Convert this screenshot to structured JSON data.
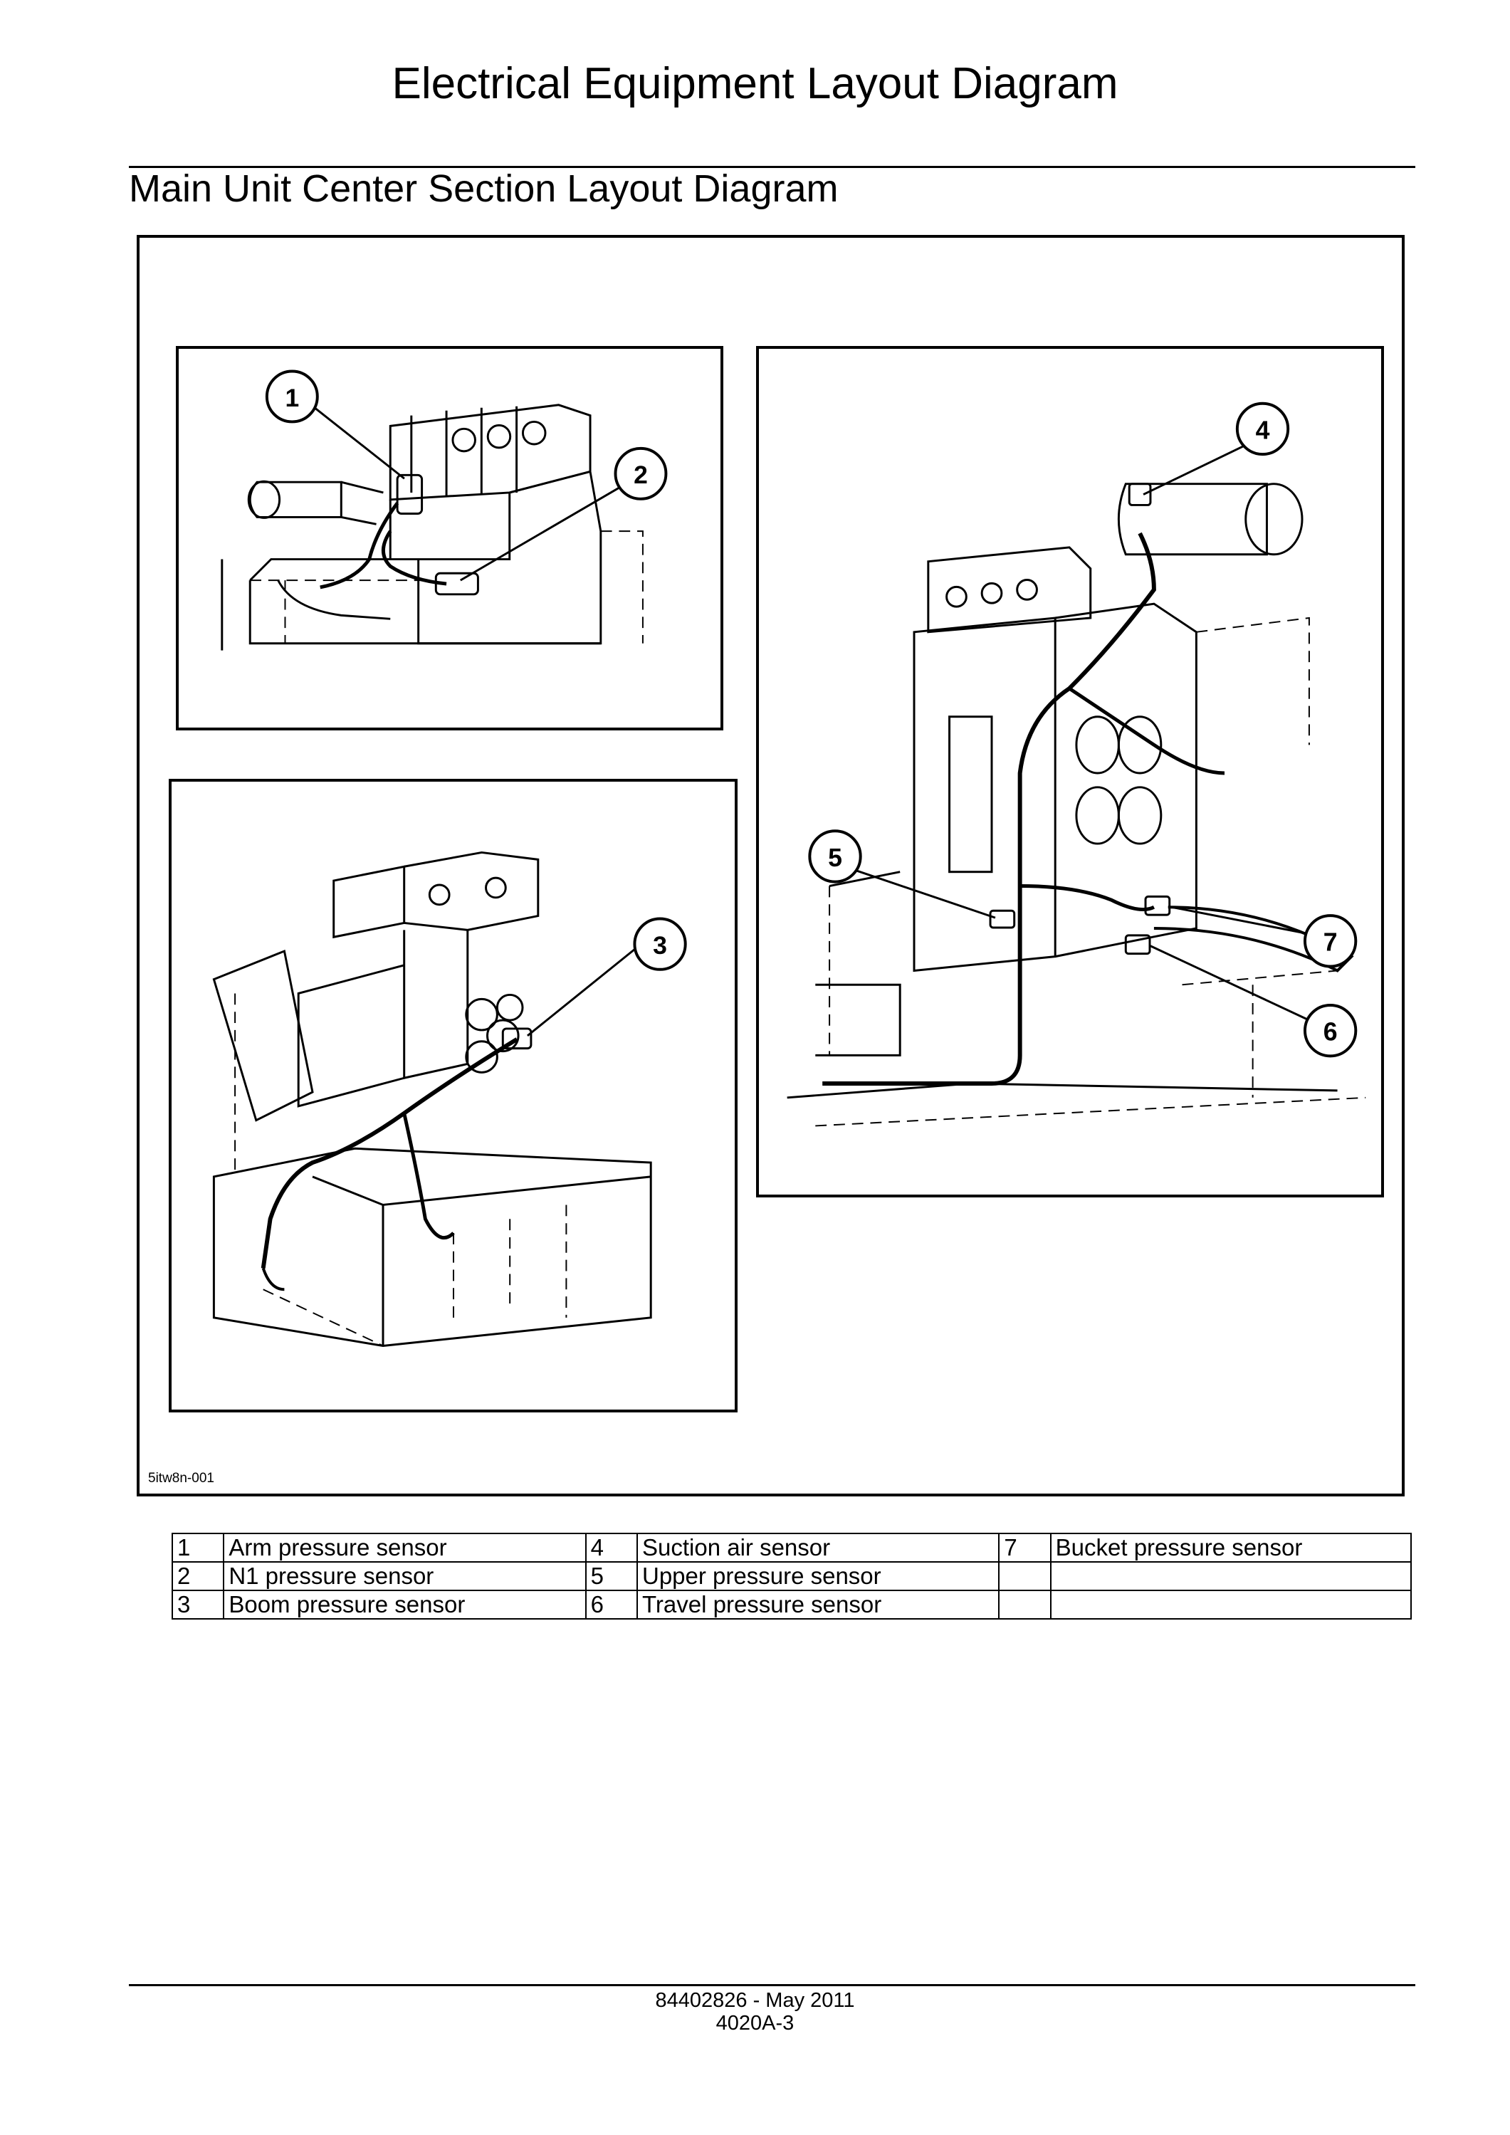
{
  "page_title": "Electrical Equipment Layout Diagram",
  "section_title": "Main Unit Center Section Layout Diagram",
  "figure": {
    "id": "5itw8n-001",
    "callouts": [
      "1",
      "2",
      "3",
      "4",
      "5",
      "6",
      "7"
    ]
  },
  "legend": {
    "rows": [
      [
        {
          "num": "1",
          "label": "Arm pressure sensor"
        },
        {
          "num": "4",
          "label": "Suction air sensor"
        },
        {
          "num": "7",
          "label": "Bucket pressure sensor"
        }
      ],
      [
        {
          "num": "2",
          "label": "N1 pressure sensor"
        },
        {
          "num": "5",
          "label": "Upper pressure sensor"
        },
        {
          "num": "",
          "label": ""
        }
      ],
      [
        {
          "num": "3",
          "label": "Boom pressure sensor"
        },
        {
          "num": "6",
          "label": "Travel pressure sensor"
        },
        {
          "num": "",
          "label": ""
        }
      ]
    ]
  },
  "footer": {
    "doc_number": "84402826 - May 2011",
    "page_code": "4020A-3"
  }
}
